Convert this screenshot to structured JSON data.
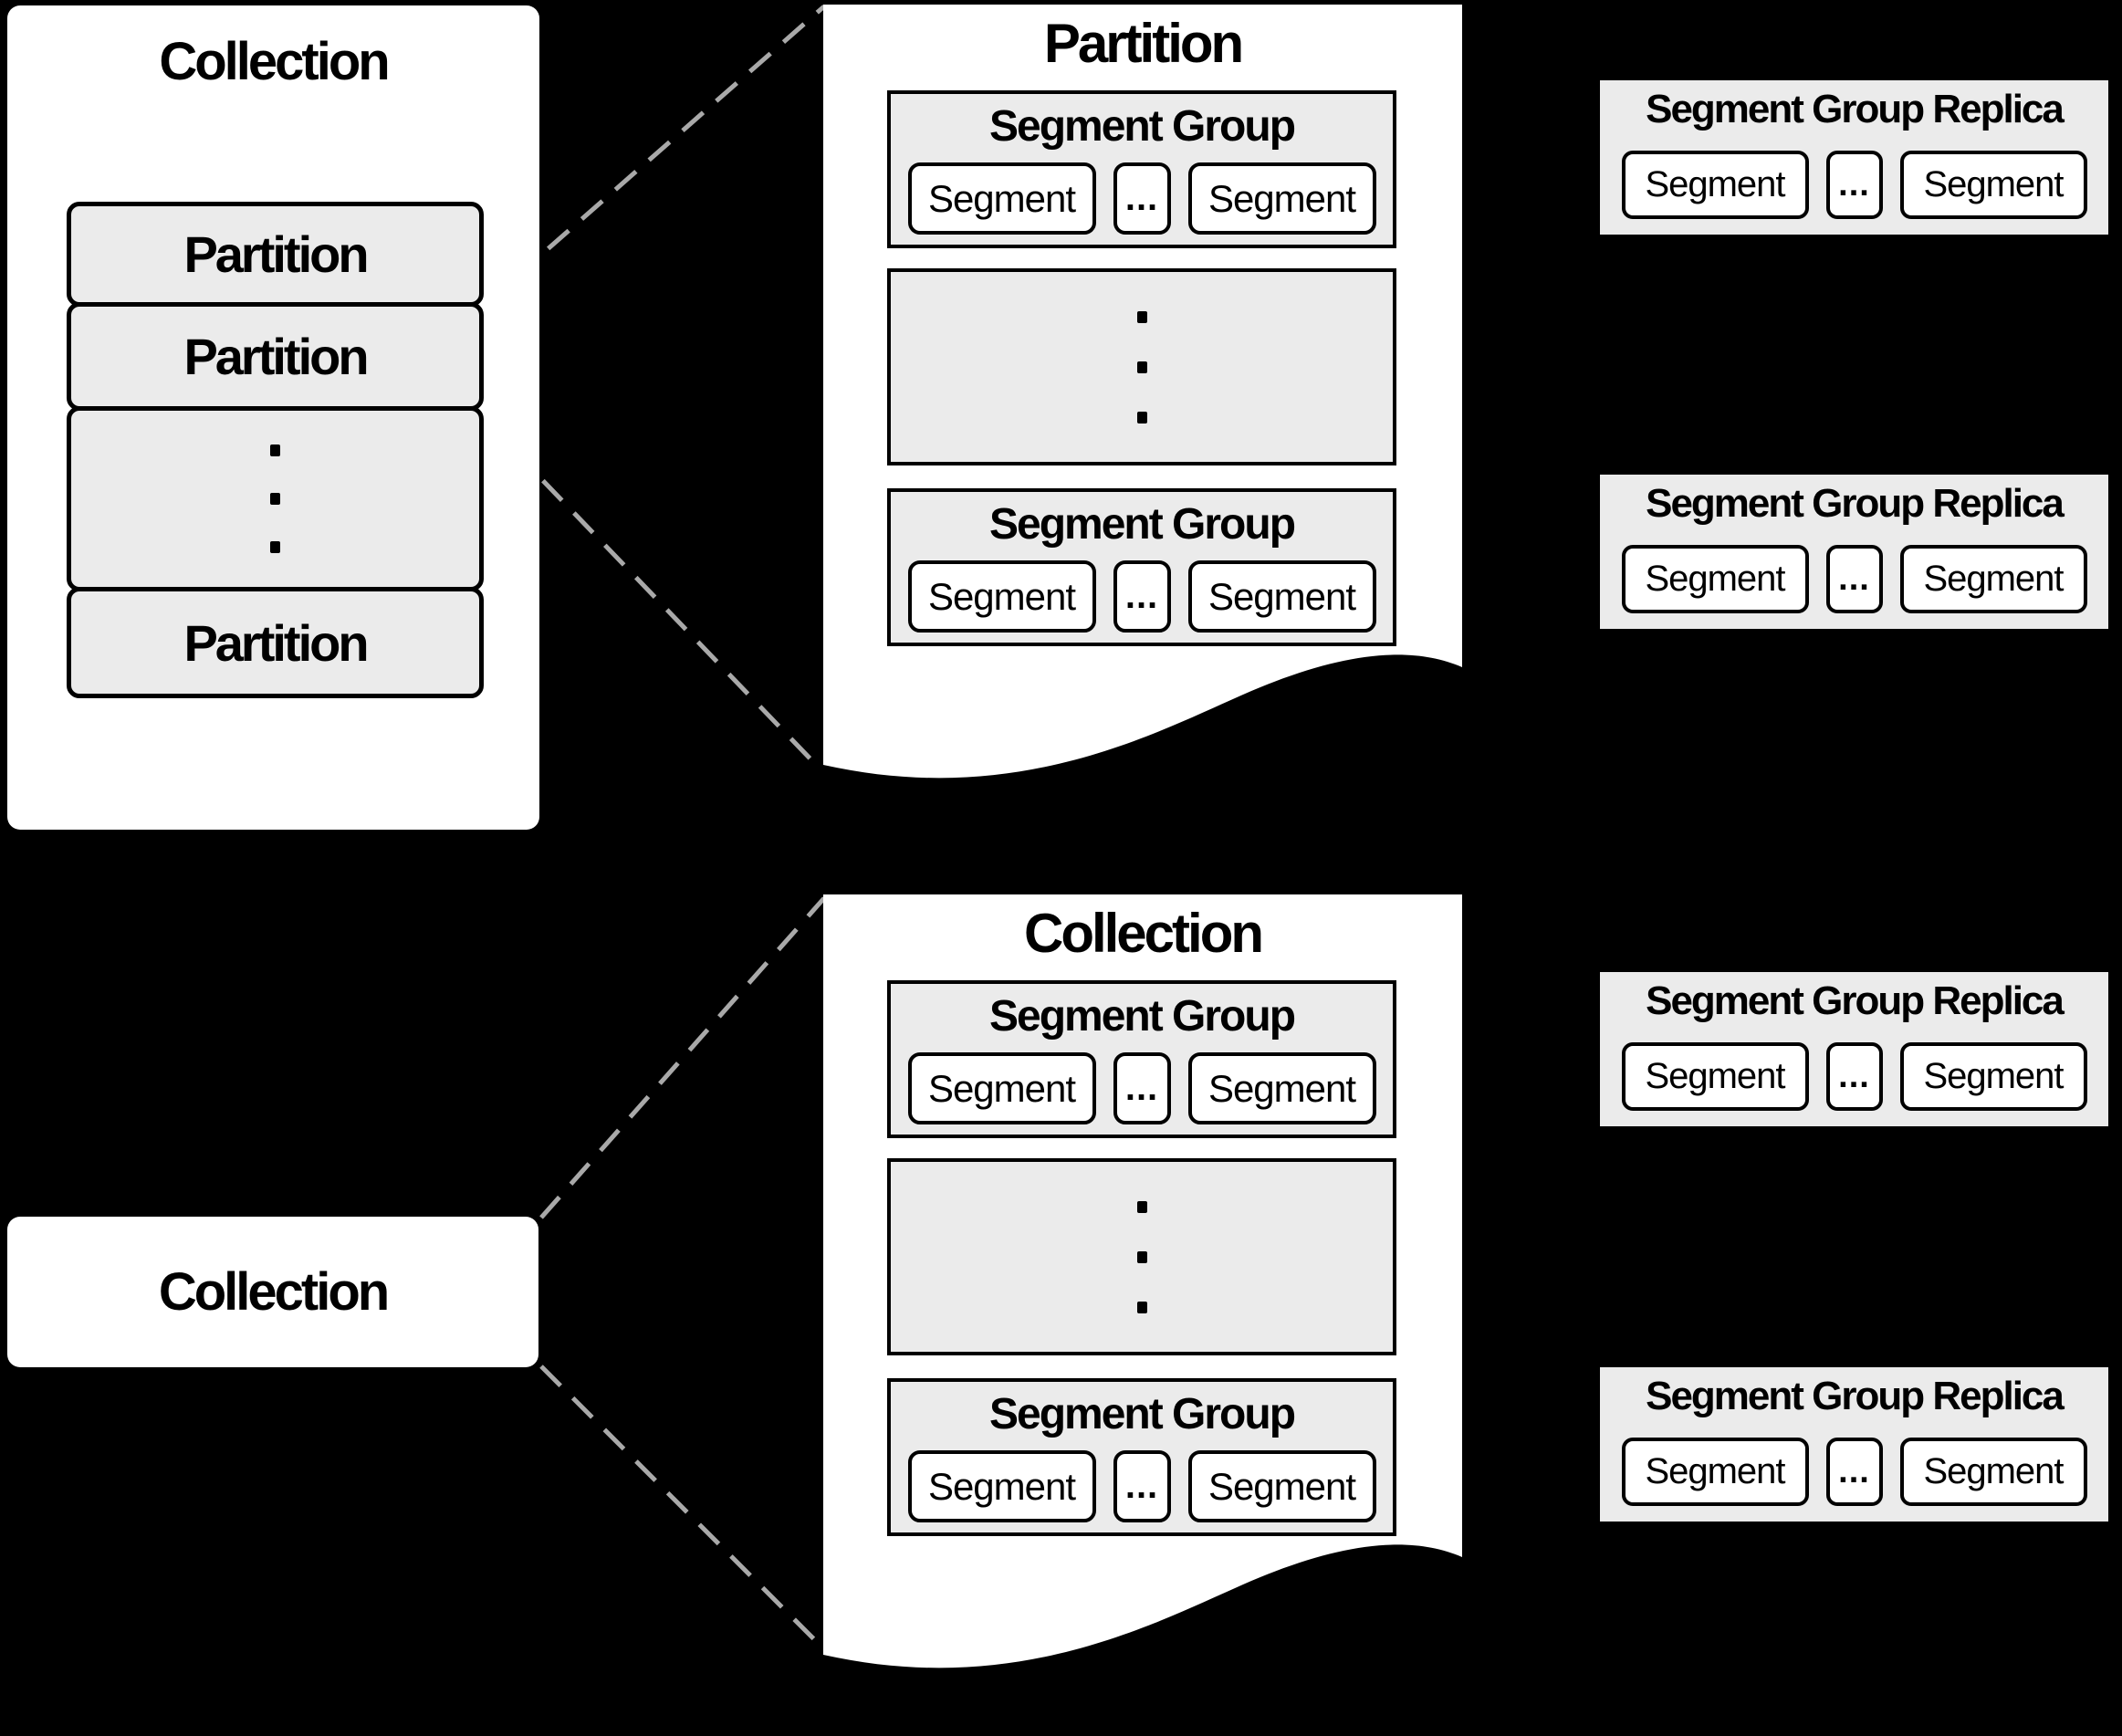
{
  "colors": {
    "background": "#000000",
    "panel_fill": "#ffffff",
    "box_fill": "#ebebeb",
    "border": "#000000",
    "dashed_line": "#a9a9a9"
  },
  "collection_panel": {
    "title": "Collection",
    "partitions": [
      "Partition",
      "Partition",
      "Partition"
    ]
  },
  "partition_page": {
    "title": "Partition",
    "segment_groups": [
      {
        "title": "Segment Group",
        "segments": [
          "Segment",
          "...",
          "Segment"
        ]
      },
      {
        "title": "Segment Group",
        "segments": [
          "Segment",
          "...",
          "Segment"
        ]
      }
    ]
  },
  "collection_page": {
    "title": "Collection",
    "segment_groups": [
      {
        "title": "Segment Group",
        "segments": [
          "Segment",
          "...",
          "Segment"
        ]
      },
      {
        "title": "Segment Group",
        "segments": [
          "Segment",
          "...",
          "Segment"
        ]
      }
    ]
  },
  "collection_node": {
    "label": "Collection"
  },
  "replicas": [
    {
      "title": "Segment Group Replica",
      "segments": [
        "Segment",
        "...",
        "Segment"
      ]
    },
    {
      "title": "Segment Group Replica",
      "segments": [
        "Segment",
        "...",
        "Segment"
      ]
    },
    {
      "title": "Segment Group Replica",
      "segments": [
        "Segment",
        "...",
        "Segment"
      ]
    },
    {
      "title": "Segment Group Replica",
      "segments": [
        "Segment",
        "...",
        "Segment"
      ]
    }
  ]
}
